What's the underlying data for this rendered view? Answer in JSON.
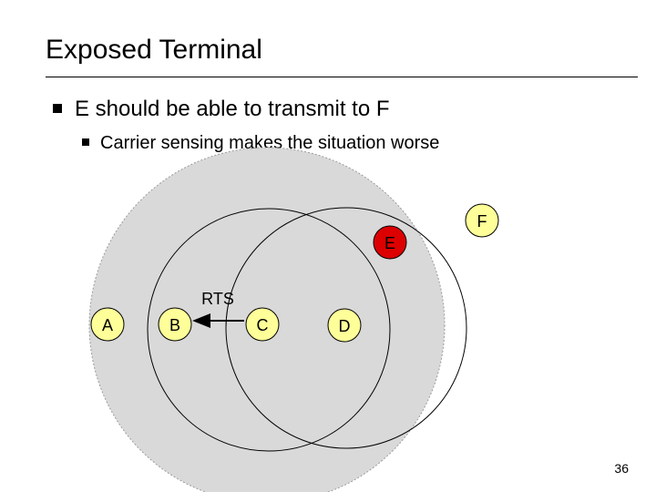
{
  "slide": {
    "title": "Exposed Terminal",
    "bullet_1": "E should be able to transmit to F",
    "bullet_2": "Carrier sensing makes the situation worse",
    "page_number": "36"
  },
  "diagram": {
    "nodes": {
      "A": "A",
      "B": "B",
      "C": "C",
      "D": "D",
      "E": "E",
      "F": "F"
    },
    "rts_label": "RTS",
    "colors": {
      "node_fill": "#ffff99",
      "node_e_fill": "#dd0000",
      "range_fill": "#d9d9d9"
    }
  }
}
